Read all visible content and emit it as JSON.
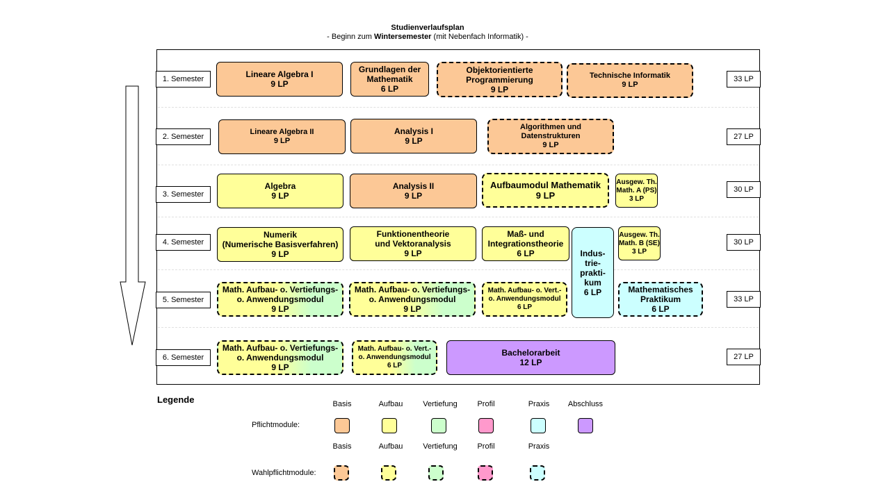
{
  "header": {
    "title": "Studienverlaufsplan",
    "subtitle_pre": "- Beginn zum ",
    "subtitle_bold": "Wintersemester",
    "subtitle_post": " (mit Nebenfach Informatik) -"
  },
  "semesters": [
    {
      "label": "1. Semester",
      "lp": "33 LP"
    },
    {
      "label": "2. Semester",
      "lp": "27 LP"
    },
    {
      "label": "3. Semester",
      "lp": "30 LP"
    },
    {
      "label": "4. Semester",
      "lp": "30 LP"
    },
    {
      "label": "5. Semester",
      "lp": "33 LP"
    },
    {
      "label": "6. Semester",
      "lp": "27 LP"
    }
  ],
  "modules": {
    "s1_linalg1": {
      "name": "Lineare Algebra I",
      "lp": "9 LP",
      "category": "Basis",
      "type": "Pflicht"
    },
    "s1_grundlagen": {
      "name": "Grundlagen  der\nMathematik",
      "lp": "6 LP",
      "category": "Basis",
      "type": "Pflicht"
    },
    "s1_oop": {
      "name": "Objektorientierte\nProgrammierung",
      "lp": "9 LP",
      "category": "Basis",
      "type": "Wahlpflicht"
    },
    "s1_techinf": {
      "name": "Technische Informatik",
      "lp": "9 LP",
      "category": "Basis",
      "type": "Wahlpflicht"
    },
    "s2_linalg2": {
      "name": "Lineare Algebra II",
      "lp": "9 LP",
      "category": "Basis",
      "type": "Pflicht"
    },
    "s2_analysis1": {
      "name": "Analysis  I",
      "lp": "9 LP",
      "category": "Basis",
      "type": "Pflicht"
    },
    "s2_algo": {
      "name": "Algorithmen und\nDatenstrukturen",
      "lp": "9 LP",
      "category": "Basis",
      "type": "Wahlpflicht"
    },
    "s3_algebra": {
      "name": "Algebra",
      "lp": "9 LP",
      "category": "Aufbau",
      "type": "Pflicht"
    },
    "s3_analysis2": {
      "name": "Analysis II",
      "lp": "9 LP",
      "category": "Basis",
      "type": "Pflicht"
    },
    "s3_aufbaumodul": {
      "name": "Aufbaumodul Mathematik",
      "lp": "9 LP",
      "category": "Aufbau",
      "type": "Wahlpflicht"
    },
    "s3_ausgew_a": {
      "name": "Ausgew. Th.\nMath. A (PS)",
      "lp": "3 LP",
      "category": "Aufbau",
      "type": "Pflicht"
    },
    "s4_numerik": {
      "name": "Numerik\n(Numerische Basisverfahren)",
      "lp": "9 LP",
      "category": "Aufbau",
      "type": "Pflicht"
    },
    "s4_funktionentheorie": {
      "name": "Funktionentheorie\nund Vektoranalysis",
      "lp": "9 LP",
      "category": "Aufbau",
      "type": "Pflicht"
    },
    "s4_mass": {
      "name": "Maß- und\nIntegrationstheorie",
      "lp": "6 LP",
      "category": "Aufbau",
      "type": "Pflicht"
    },
    "s4_industrie": {
      "name": "Indus-\ntrie-\nprakti-\nkum",
      "lp": "6 LP",
      "category": "Praxis",
      "type": "Pflicht"
    },
    "s4_ausgew_b": {
      "name": "Ausgew. Th.\nMath. B (SE)",
      "lp": "3 LP",
      "category": "Aufbau",
      "type": "Pflicht"
    },
    "s5_mav1": {
      "name": "Math. Aufbau- o. Vertiefungs-\no. Anwendungsmodul",
      "lp": "9 LP",
      "category": "Aufbau/Vertiefung",
      "type": "Wahlpflicht"
    },
    "s5_mav2": {
      "name": "Math. Aufbau- o. Vertiefungs-\no. Anwendungsmodul",
      "lp": "9 LP",
      "category": "Aufbau/Vertiefung",
      "type": "Wahlpflicht"
    },
    "s5_mav3": {
      "name": "Math. Aufbau- o. Vert.-\no. Anwendungsmodul",
      "lp": "6 LP",
      "category": "Aufbau",
      "type": "Wahlpflicht"
    },
    "s5_praktikum": {
      "name": "Mathematisches\nPraktikum",
      "lp": "6 LP",
      "category": "Praxis",
      "type": "Wahlpflicht"
    },
    "s6_mav1": {
      "name": "Math. Aufbau- o. Vertiefungs-\no. Anwendungsmodul",
      "lp": "9 LP",
      "category": "Aufbau/Vertiefung",
      "type": "Wahlpflicht"
    },
    "s6_mav2": {
      "name": "Math. Aufbau- o. Vert.-\no. Anwendungsmodul",
      "lp": "6 LP",
      "category": "Aufbau/Vertiefung",
      "type": "Wahlpflicht"
    },
    "s6_bachelor": {
      "name": "Bachelorarbeit",
      "lp": "12 LP",
      "category": "Abschluss",
      "type": "Pflicht"
    }
  },
  "legend": {
    "title": "Legende",
    "pflicht_label": "Pflichtmodule:",
    "wahlpflicht_label": "Wahlpflichtmodule:",
    "pflicht_categories": [
      "Basis",
      "Aufbau",
      "Vertiefung",
      "Profil",
      "Praxis",
      "Abschluss"
    ],
    "wahlpflicht_categories": [
      "Basis",
      "Aufbau",
      "Vertiefung",
      "Profil",
      "Praxis"
    ],
    "colors": {
      "Basis": "#fcc896",
      "Aufbau": "#ffff99",
      "Vertiefung": "#ccffcc",
      "Profil": "#ff99cc",
      "Praxis": "#ccffff",
      "Abschluss": "#cc99ff"
    }
  }
}
